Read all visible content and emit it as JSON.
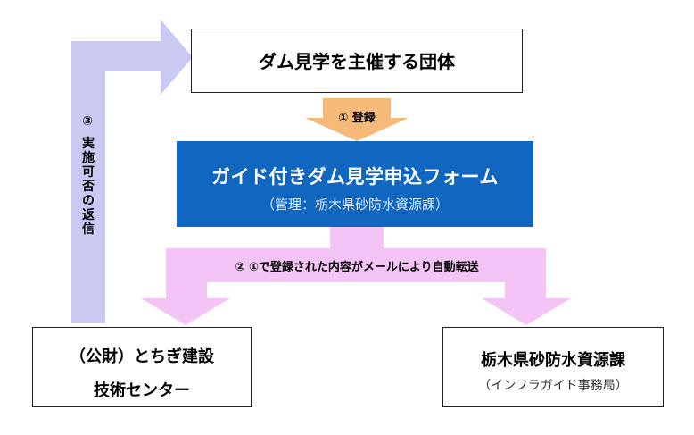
{
  "colors": {
    "form_box": "#1166c0",
    "register_arrow": "#f5b97a",
    "forward_arrow": "#f3c4f5",
    "reply_arrow": "#c9c9f2"
  },
  "organizer_box": {
    "label": "ダム見学を主催する団体"
  },
  "form_box": {
    "title": "ガイド付きダム見学申込フォーム",
    "subtitle": "（管理：栃木県砂防水資源課）"
  },
  "arrows": {
    "register": "① 登録",
    "forward": "② ①で登録された内容がメールにより自動転送",
    "reply": "③ 実施可否の返信"
  },
  "left_box": {
    "line1": "（公財）とちぎ建設",
    "line2": "技術センター"
  },
  "right_box": {
    "line1": "栃木県砂防水資源課",
    "line2": "（インフラガイド事務局）"
  }
}
